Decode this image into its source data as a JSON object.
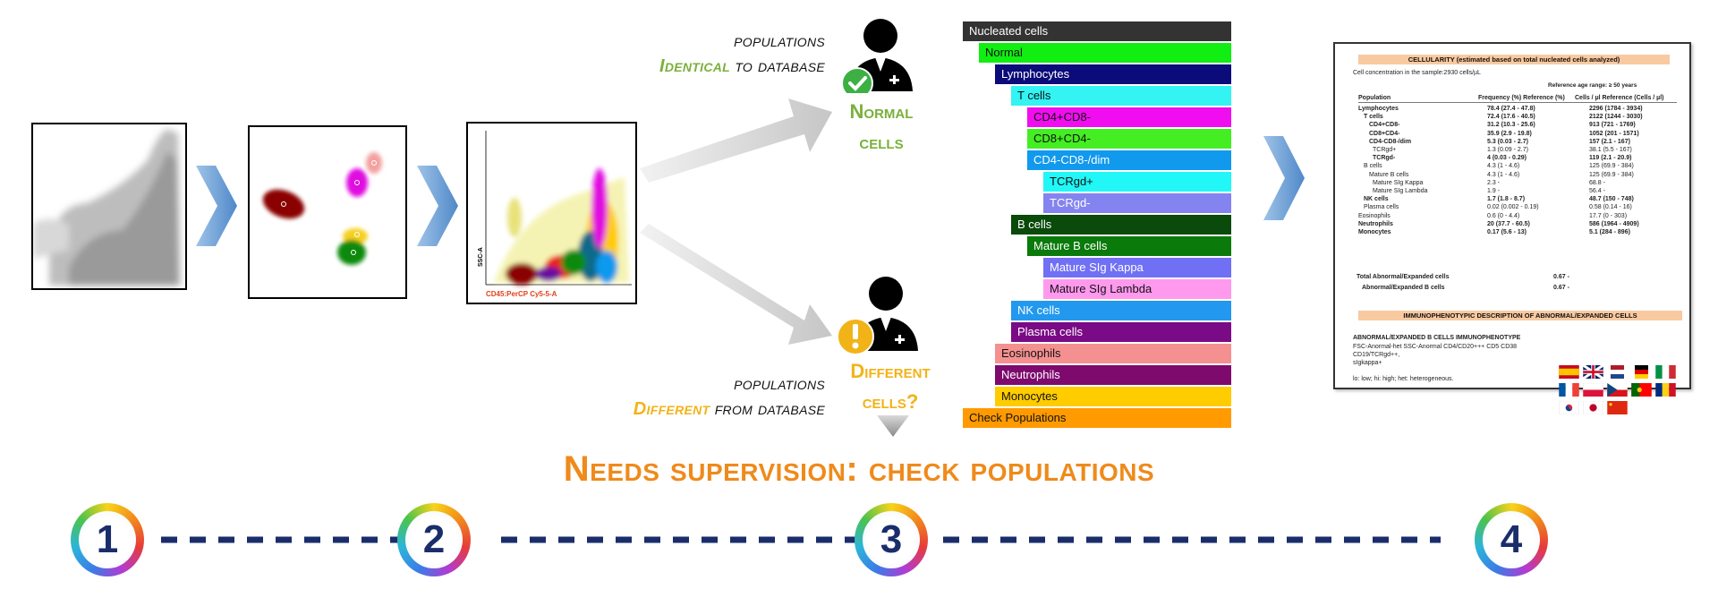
{
  "top_caption": {
    "line1": "populations",
    "highlight": "Identical",
    "rest": "to database"
  },
  "bottom_caption": {
    "line1": "populations",
    "highlight": "Different",
    "rest": "from database"
  },
  "normal_label": {
    "line1": "Normal",
    "line2": "cells"
  },
  "different_label": {
    "line1": "Different",
    "line2": "cells?"
  },
  "headline": "Needs supervision: check populations",
  "scatter_axes": {
    "x": "CD45:PerCP Cy5-5-A",
    "y": "SSC-A"
  },
  "hierarchy": [
    {
      "label": "Nucleated cells",
      "color": "#333333",
      "text": "#ffffff"
    },
    {
      "label": "Normal",
      "color": "#11ee11",
      "text": "#111111"
    },
    {
      "label": "Lymphocytes",
      "color": "#0b0b7a",
      "text": "#ffffff"
    },
    {
      "label": "T cells",
      "color": "#33f3f3",
      "text": "#111111"
    },
    {
      "label": "CD4+CD8-",
      "color": "#f00ef0",
      "text": "#111111"
    },
    {
      "label": "CD8+CD4-",
      "color": "#44ee22",
      "text": "#111111"
    },
    {
      "label": "CD4-CD8-/dim",
      "color": "#1199ee",
      "text": "#ffffff"
    },
    {
      "label": "TCRgd+",
      "color": "#22f7f7",
      "text": "#111111"
    },
    {
      "label": "TCRgd-",
      "color": "#8484f0",
      "text": "#ffffff"
    },
    {
      "label": "B cells",
      "color": "#0a4a0a",
      "text": "#ffffff"
    },
    {
      "label": "Mature B cells",
      "color": "#0a7a0a",
      "text": "#ffffff"
    },
    {
      "label": "Mature SIg Kappa",
      "color": "#7070f5",
      "text": "#ffffff"
    },
    {
      "label": "Mature SIg Lambda",
      "color": "#ff99ee",
      "text": "#111111"
    },
    {
      "label": "NK cells",
      "color": "#2299ee",
      "text": "#ffffff"
    },
    {
      "label": "Plasma cells",
      "color": "#7a0a85",
      "text": "#ffffff"
    },
    {
      "label": "Eosinophils",
      "color": "#f59090",
      "text": "#111111"
    },
    {
      "label": "Neutrophils",
      "color": "#7e0a6e",
      "text": "#ffffff"
    },
    {
      "label": "Monocytes",
      "color": "#ffcc00",
      "text": "#111111"
    },
    {
      "label": "Check Populations",
      "color": "#ff9a00",
      "text": "#111111"
    }
  ],
  "report": {
    "title": "CELLULARITY (estimated based on total nucleated cells analyzed)",
    "concentration": "Cell concentration in the sample:2930 cells/µL",
    "age_range": "Reference age range: ≥ 50 years",
    "headers": [
      "Population",
      "Frequency (%) Reference (%)",
      "Cells / µl Reference (Cells / µl)"
    ],
    "rows": [
      {
        "name": "Lymphocytes",
        "freq": "78.4 (27.4 - 47.8)",
        "cells": "2296 (1784 - 3934)",
        "bold": true
      },
      {
        "name": "T cells",
        "freq": "72.4 (17.6 - 40.5)",
        "cells": "2122 (1244 - 3030)",
        "bold": true
      },
      {
        "name": "CD4+CD8-",
        "freq": "31.2 (10.3 - 25.6)",
        "cells": "913 (721 - 1769)",
        "bold": true
      },
      {
        "name": "CD8+CD4-",
        "freq": "35.9 (2.9 - 19.8)",
        "cells": "1052 (201 - 1571)",
        "bold": true
      },
      {
        "name": "CD4-CD8-/dim",
        "freq": "5.3 (0.03 - 2.7)",
        "cells": "157 (2.1 - 167)",
        "bold": true
      },
      {
        "name": "TCRgd+",
        "freq": "1.3 (0.09 - 2.7)",
        "cells": "38.1 (5.5 - 167)",
        "bold": false
      },
      {
        "name": "TCRgd-",
        "freq": "4 (0.03 - 0.29)",
        "cells": "119 (2.1 - 20.9)",
        "bold": true
      },
      {
        "name": "B cells",
        "freq": "4.3 (1 - 4.6)",
        "cells": "125 (69.9 - 384)",
        "bold": false
      },
      {
        "name": "Mature B cells",
        "freq": "4.3 (1 - 4.6)",
        "cells": "125 (69.9 - 384)",
        "bold": false
      },
      {
        "name": "Mature SIg Kappa",
        "freq": "2.3 -",
        "cells": "68.8 -",
        "bold": false
      },
      {
        "name": "Mature SIg Lambda",
        "freq": "1.9 -",
        "cells": "56.4 -",
        "bold": false
      },
      {
        "name": "NK cells",
        "freq": "1.7 (1.8 - 8.7)",
        "cells": "48.7 (150 - 748)",
        "bold": true
      },
      {
        "name": "Plasma cells",
        "freq": "0.02 (0.002 - 0.19)",
        "cells": "0.58 (0.14 - 16)",
        "bold": false
      },
      {
        "name": "Eosinophils",
        "freq": "0.6 (0 - 4.4)",
        "cells": "17.7 (0 - 303)",
        "bold": false
      },
      {
        "name": "Neutrophils",
        "freq": "20 (37.7 - 60.5)",
        "cells": "586 (1964 - 4909)",
        "bold": true
      },
      {
        "name": "Monocytes",
        "freq": "0.17 (5.6 - 13)",
        "cells": "5.1 (284 - 896)",
        "bold": true
      }
    ],
    "total_abnormal": "Total Abnormal/Expanded cells",
    "total_abnormal_val": "0.67 -",
    "abnormal_b": "Abnormal/Expanded B cells",
    "abnormal_b_val": "0.67 -",
    "immuno_title": "IMMUNOPHENOTYPIC DESCRIPTION OF ABNORMAL/EXPANDED CELLS",
    "immuno_sub": "ABNORMAL/EXPANDED B CELLS IMMUNOPHENOTYPE",
    "immuno_line1": "FSC-Anormal-het SSC-Anormal CD4/CD20+++ CD5 CD38",
    "immuno_line2": "CD19/TCRgd++,",
    "immuno_line3": "sIgkappa+",
    "legend": "lo: low; hi: high; het: heterogeneous."
  },
  "steps": [
    "1",
    "2",
    "3",
    "4"
  ],
  "colors": {
    "accent_orange": "#ef8a1b",
    "green": "#7ab03a",
    "yellow": "#f2b318",
    "step_number": "#1a2d6b",
    "dash": "#1a2d6b",
    "chevron": "#6fa3d8"
  }
}
